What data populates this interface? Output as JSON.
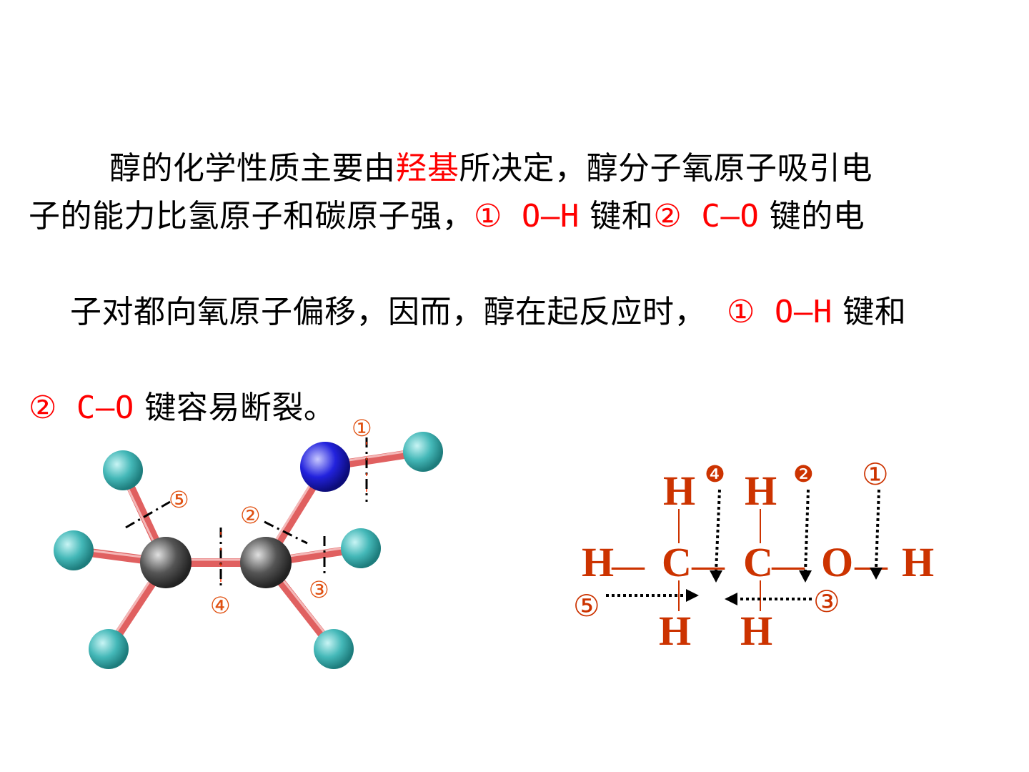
{
  "text": {
    "line1_a": "醇的化学性质主要由",
    "line1_red": "羟基",
    "line1_b": "所决定，醇分子氧原子吸引电",
    "line2_a": "子的能力比氢原子和碳原子强，",
    "bond1": "① O—H",
    "line2_b": " 键和",
    "bond2": "② C—O",
    "line2_c": " 键的电",
    "line3_a": "子对都向氧原子偏移，因而，醇在起反应时，  ",
    "bond1_again": "① O—H",
    "line3_b": " 键和",
    "bond2_again": "② C—O",
    "line4_b": " 键容易断裂。"
  },
  "model_labels": {
    "l1": "①",
    "l2": "②",
    "l3": "③",
    "l4": "④",
    "l5": "⑤"
  },
  "formula": {
    "h_left": "H",
    "c1": "C",
    "c2": "C",
    "o": "O",
    "h_right": "H",
    "h_top1": "H",
    "h_top2": "H",
    "h_bot1": "H",
    "h_bot2": "H",
    "dash": "—",
    "n1": "①",
    "n2": "❷",
    "n3": "③",
    "n4": "❹",
    "n5": "⑤"
  },
  "colors": {
    "text_red": "#ff0000",
    "formula": "#cc3300",
    "bond": "#e06060",
    "carbon": "#555555",
    "oxygen": "#2222dd",
    "hydrogen": "#44b8b8"
  }
}
